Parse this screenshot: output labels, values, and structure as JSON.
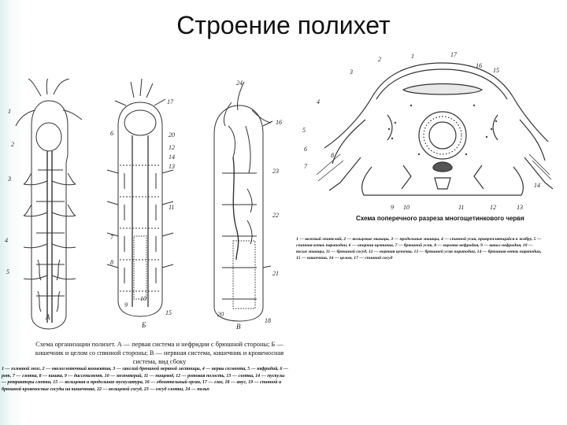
{
  "slide": {
    "title": "Строение полихет"
  },
  "left_figure": {
    "panels": [
      "А",
      "Б",
      "В"
    ],
    "numbers_a": [
      "1",
      "2",
      "3",
      "4",
      "5"
    ],
    "numbers_b": [
      "17",
      "6",
      "20",
      "12",
      "14",
      "13",
      "11",
      "7",
      "8",
      "9",
      "10",
      "15"
    ],
    "numbers_c": [
      "24",
      "16",
      "23",
      "22",
      "21",
      "20",
      "18"
    ],
    "caption": "Схема организации полихет. А — первая система и нефридии с брюшной стороны; Б — кишечник и целом со спинной стороны; В — нервная система, кишечник и кровеносная система, вид сбоку",
    "legend": "1 — головной мозг, 2 — окологлоточный коннектив, 3 — ганглий брюшной нервной лестницы, 4 — нервы сегмента, 5 — нефридий, 6 — рот, 7 — глотка, 8 — кишка, 9 — диссепимент, 10 — мезентерий, 11 — пищевод, 12 — ротовая полость, 13 — глотка, 14 — мускулы — ретракторы глотки, 15 — кольцевая и продольная мускулатура, 16 — обонятельный орган, 17 — глаз, 18 — анус, 19 — спинной и брюшной кровеносные сосуды на кишечнике, 22 — кольцевой сосуд, 23 — сосуд глотки, 24 — пальп"
  },
  "right_figure": {
    "numbers": [
      "3",
      "2",
      "1",
      "17",
      "16",
      "15",
      "4",
      "5",
      "6",
      "7",
      "8",
      "14",
      "9",
      "10",
      "11",
      "12",
      "13"
    ],
    "title": "Схема поперечного разреза многощетинкового червя",
    "legend": "1 — кожный эпителий, 2 — кольцевые мышцы, 3 — продольные мышцы, 4 — спинной усик, прикрепляющийся к жабру, 5 — спинная ветвь параподии, 6 — опорная щетинка, 7 — брюшной усик, 8 — воронка нефридия, 9 — канал нефридия, 10 — косые мышцы, 11 — брюшной сосуд, 12 — нервная цепочка, 13 — брюшной усик параподии, 14 — брюшная ветвь параподии, 15 — кишечник, 16 — целом, 17 — спинной сосуд"
  }
}
